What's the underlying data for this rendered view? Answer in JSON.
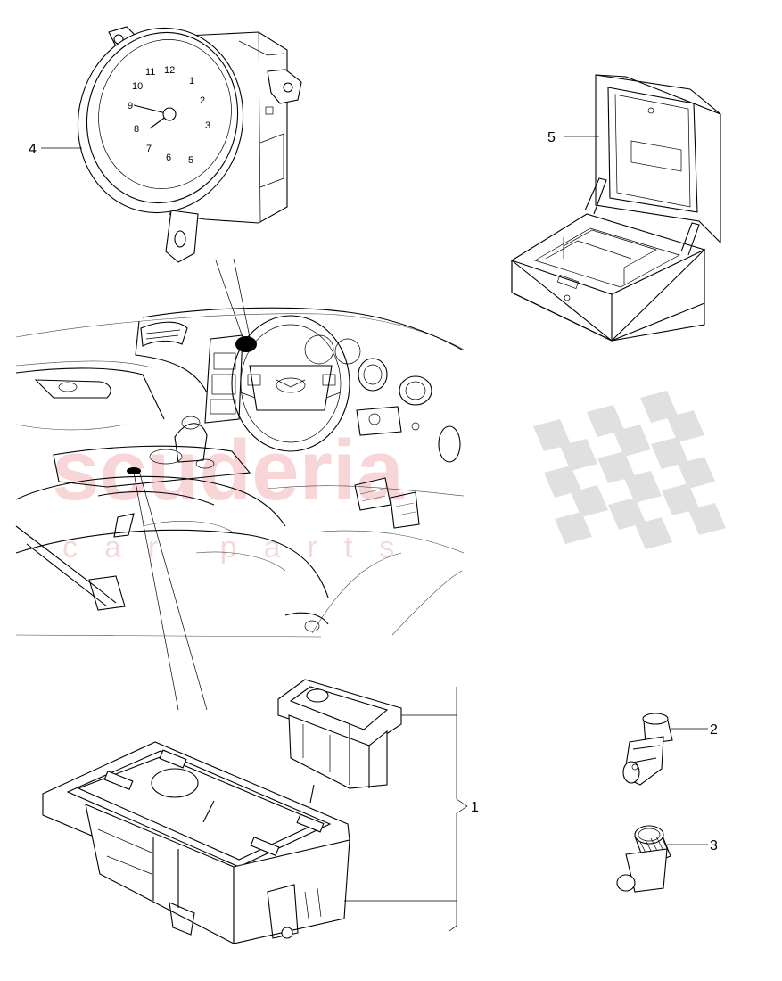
{
  "callouts": {
    "part_1": "1",
    "part_2": "2",
    "part_3": "3",
    "part_4": "4",
    "part_5": "5"
  },
  "clock_numerals": [
    "12",
    "1",
    "2",
    "3",
    "5",
    "6",
    "7",
    "8",
    "9",
    "10",
    "11"
  ],
  "watermark": {
    "main": "scuderia",
    "sub": "car parts",
    "main_color": "#f6c9cc",
    "checker_color": "#d9d9d9"
  }
}
